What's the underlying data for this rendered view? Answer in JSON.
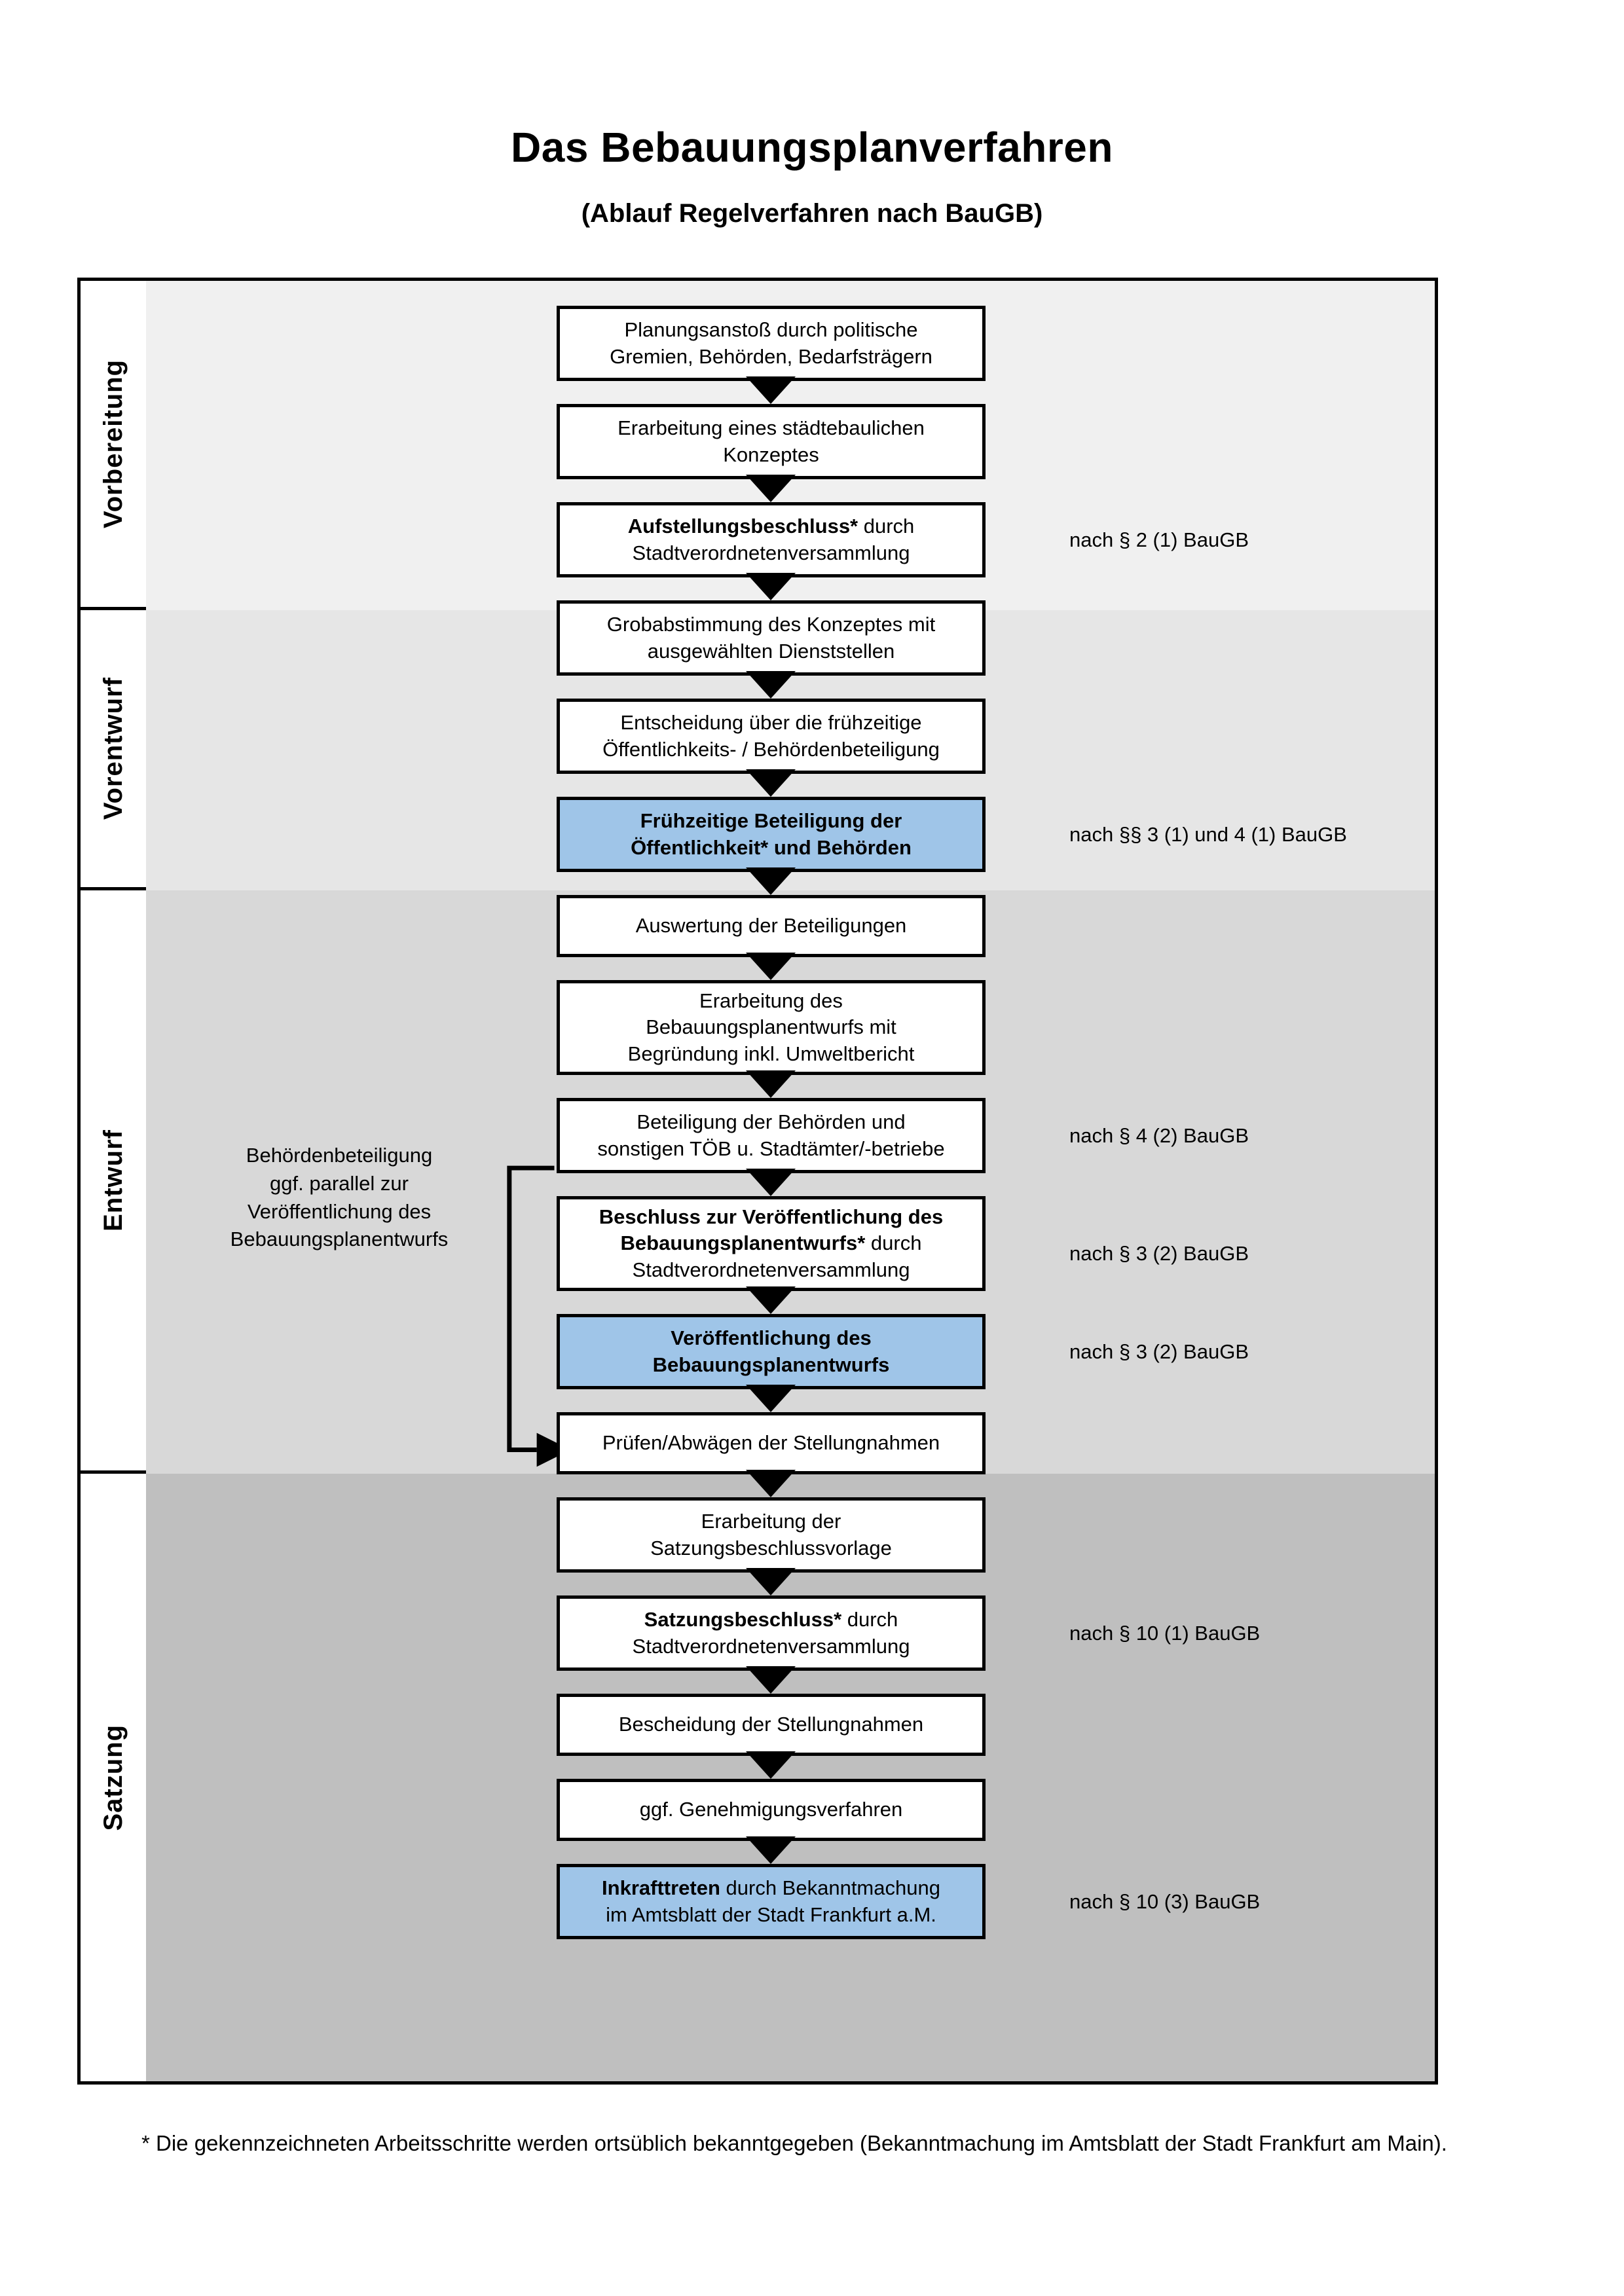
{
  "header": {
    "title": "Das Bebauungsplanverfahren",
    "subtitle": "(Ablauf Regelverfahren nach BauGB)"
  },
  "phases": [
    {
      "id": "vorbereitung",
      "label": "Vorbereitung",
      "band_color": "#F0F0F0"
    },
    {
      "id": "vorentwurf",
      "label": "Vorentwurf",
      "band_color": "#E6E6E6"
    },
    {
      "id": "entwurf",
      "label": "Entwurf",
      "band_color": "#D8D8D8"
    },
    {
      "id": "satzung",
      "label": "Satzung",
      "band_color": "#BFBFBF"
    }
  ],
  "steps": [
    {
      "id": "s1",
      "phase": "vorbereitung",
      "highlight": false,
      "lines": [
        {
          "text": "Planungsanstoß durch politische",
          "bold": false
        },
        {
          "text": "Gremien, Behörden, Bedarfsträgern",
          "bold": false
        }
      ]
    },
    {
      "id": "s2",
      "phase": "vorbereitung",
      "highlight": false,
      "lines": [
        {
          "text": "Erarbeitung eines städtebaulichen",
          "bold": false
        },
        {
          "text": "Konzeptes",
          "bold": false
        }
      ]
    },
    {
      "id": "s3",
      "phase": "vorbereitung",
      "highlight": false,
      "lines": [
        {
          "text": "Aufstellungsbeschluss*",
          "bold": true
        },
        {
          "text": " durch",
          "bold": false
        },
        {
          "text": "Stadtverordnetenversammlung",
          "bold": false,
          "newline": true
        }
      ]
    },
    {
      "id": "s4",
      "phase": "vorentwurf",
      "highlight": false,
      "lines": [
        {
          "text": "Grobabstimmung des Konzeptes mit",
          "bold": false
        },
        {
          "text": "ausgewählten Dienststellen",
          "bold": false
        }
      ]
    },
    {
      "id": "s5",
      "phase": "vorentwurf",
      "highlight": false,
      "lines": [
        {
          "text": "Entscheidung über die frühzeitige",
          "bold": false
        },
        {
          "text": "Öffentlichkeits- / Behördenbeteiligung",
          "bold": false
        }
      ]
    },
    {
      "id": "s6",
      "phase": "vorentwurf",
      "highlight": true,
      "lines": [
        {
          "text": "Frühzeitige Beteiligung der",
          "bold": true
        },
        {
          "text": "Öffentlichkeit* und Behörden",
          "bold": true
        }
      ]
    },
    {
      "id": "s7",
      "phase": "entwurf",
      "highlight": false,
      "lines": [
        {
          "text": "Auswertung der Beteiligungen",
          "bold": false
        }
      ]
    },
    {
      "id": "s8",
      "phase": "entwurf",
      "highlight": false,
      "lines": [
        {
          "text": "Erarbeitung des",
          "bold": false
        },
        {
          "text": "Bebauungsplanentwurfs mit",
          "bold": false
        },
        {
          "text": "Begründung inkl. Umweltbericht",
          "bold": false
        }
      ]
    },
    {
      "id": "s9",
      "phase": "entwurf",
      "highlight": false,
      "lines": [
        {
          "text": "Beteiligung der Behörden und",
          "bold": false
        },
        {
          "text": "sonstigen TÖB u. Stadtämter/-betriebe",
          "bold": false
        }
      ]
    },
    {
      "id": "s10",
      "phase": "entwurf",
      "highlight": false,
      "lines": [
        {
          "text": "Beschluss zur Veröffentlichung des",
          "bold": true
        },
        {
          "text": "Bebauungsplanentwurfs*",
          "bold": true
        },
        {
          "text": " durch",
          "bold": false
        },
        {
          "text": "Stadtverordnetenversammlung",
          "bold": false,
          "newline": true
        }
      ]
    },
    {
      "id": "s11",
      "phase": "entwurf",
      "highlight": true,
      "lines": [
        {
          "text": "Veröffentlichung des",
          "bold": true
        },
        {
          "text": "Bebauungsplanentwurfs",
          "bold": true
        }
      ]
    },
    {
      "id": "s12",
      "phase": "satzung",
      "highlight": false,
      "lines": [
        {
          "text": "Prüfen/Abwägen der Stellungnahmen",
          "bold": false
        }
      ]
    },
    {
      "id": "s13",
      "phase": "satzung",
      "highlight": false,
      "lines": [
        {
          "text": "Erarbeitung der",
          "bold": false
        },
        {
          "text": "Satzungsbeschlussvorlage",
          "bold": false
        }
      ]
    },
    {
      "id": "s14",
      "phase": "satzung",
      "highlight": false,
      "lines": [
        {
          "text": "Satzungsbeschluss*",
          "bold": true
        },
        {
          "text": " durch",
          "bold": false
        },
        {
          "text": "Stadtverordnetenversammlung",
          "bold": false,
          "newline": true
        }
      ]
    },
    {
      "id": "s15",
      "phase": "satzung",
      "highlight": false,
      "lines": [
        {
          "text": "Bescheidung der Stellungnahmen",
          "bold": false
        }
      ]
    },
    {
      "id": "s16",
      "phase": "satzung",
      "highlight": false,
      "lines": [
        {
          "text": "ggf. Genehmigungsverfahren",
          "bold": false
        }
      ]
    },
    {
      "id": "s17",
      "phase": "satzung",
      "highlight": true,
      "lines": [
        {
          "text": "Inkrafttreten",
          "bold": true
        },
        {
          "text": " durch Bekanntmachung",
          "bold": false
        },
        {
          "text": "im Amtsblatt der Stadt Frankfurt a.M.",
          "bold": false,
          "newline": true
        }
      ]
    }
  ],
  "step_texts": {
    "s1": "Planungsanstoß durch politische Gremien, Behörden, Bedarfsträgern",
    "s2": "Erarbeitung eines städtebaulichen Konzeptes",
    "s3": "Aufstellungsbeschluss* durch Stadtverordnetenversammlung",
    "s4": "Grobabstimmung des Konzeptes mit ausgewählten Dienststellen",
    "s5": "Entscheidung über die frühzeitige Öffentlichkeits- / Behördenbeteiligung",
    "s6": "Frühzeitige Beteiligung der Öffentlichkeit* und Behörden",
    "s7": "Auswertung der Beteiligungen",
    "s8": "Erarbeitung des Bebauungsplanentwurfs mit Begründung inkl. Umweltbericht",
    "s9": "Beteiligung der Behörden und sonstigen TÖB u. Stadtämter/-betriebe",
    "s10": "Beschluss zur Veröffentlichung des Bebauungsplanentwurfs* durch Stadtverordnetenversammlung",
    "s11": "Veröffentlichung des Bebauungsplanentwurfs",
    "s12": "Prüfen/Abwägen der Stellungnahmen",
    "s13": "Erarbeitung der Satzungsbeschlussvorlage",
    "s14": "Satzungsbeschluss* durch Stadtverordnetenversammlung",
    "s15": "Bescheidung der Stellungnahmen",
    "s16": "ggf. Genehmigungsverfahren",
    "s17": "Inkrafttreten durch Bekanntmachung im Amtsblatt der Stadt Frankfurt a.M."
  },
  "legal_refs": [
    {
      "id": "r1",
      "text": "nach § 2 (1) BauGB",
      "for_step": "s3"
    },
    {
      "id": "r2",
      "text": "nach §§ 3 (1) und 4 (1) BauGB",
      "for_step": "s6"
    },
    {
      "id": "r3",
      "text": "nach § 4 (2) BauGB",
      "for_step": "s9"
    },
    {
      "id": "r4",
      "text": "nach § 3 (2) BauGB",
      "for_step": "s10"
    },
    {
      "id": "r5",
      "text": "nach § 3 (2) BauGB",
      "for_step": "s11"
    },
    {
      "id": "r6",
      "text": "nach § 10 (1) BauGB",
      "for_step": "s14"
    },
    {
      "id": "r7",
      "text": "nach § 10 (3) BauGB",
      "for_step": "s17"
    }
  ],
  "side_note": {
    "lines": [
      "Behördenbeteiligung",
      "ggf. parallel zur",
      "Veröffentlichung des",
      "Bebauungsplanentwurfs"
    ],
    "text": "Behördenbeteiligung ggf. parallel zur Veröffentlichung des Bebauungsplanentwurfs"
  },
  "footnote": {
    "text": "* Die gekennzeichneten Arbeitsschritte werden ortsüblich bekanntgegeben (Bekanntmachung im Amtsblatt  der Stadt Frankfurt am Main)."
  },
  "colors": {
    "highlight_blue": "#9FC5E8",
    "border_black": "#000000",
    "band_vorbereitung": "#F0F0F0",
    "band_vorentwurf": "#E6E6E6",
    "band_entwurf": "#D8D8D8",
    "band_satzung": "#BFBFBF"
  }
}
